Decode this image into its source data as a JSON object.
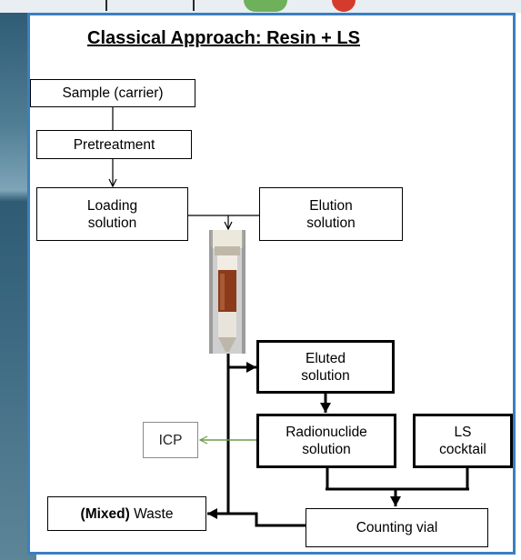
{
  "title": "Classical Approach: Resin + LS",
  "boxes": {
    "sample": "Sample (carrier)",
    "pretreatment": "Pretreatment",
    "loading": "Loading\nsolution",
    "elution": "Elution\nsolution",
    "eluted": "Eluted\nsolution",
    "radionuclide": "Radionuclide\nsolution",
    "ls_cocktail": "LS\ncocktail",
    "icp": "ICP",
    "waste_bold": "(Mixed)",
    "waste_rest": " Waste",
    "counting": "Counting vial"
  },
  "colors": {
    "frame": "#3a7fc0",
    "icp_arrow": "#6a9a4a",
    "resin": "#8b3a1a"
  }
}
